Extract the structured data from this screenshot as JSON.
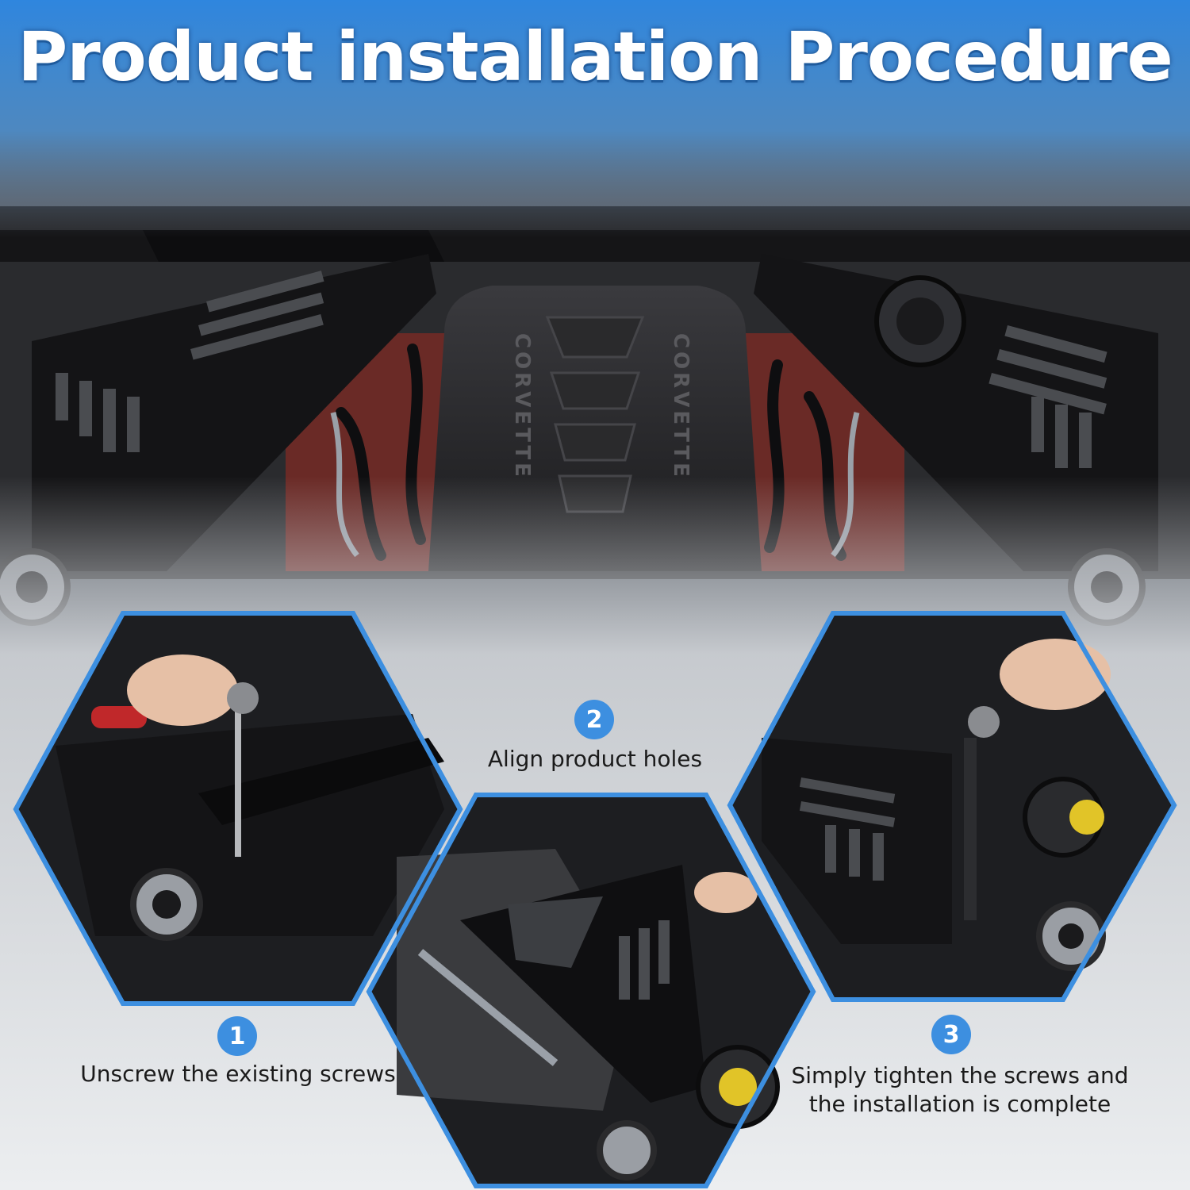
{
  "title": "Product installation Procedure",
  "colors": {
    "banner_blue": "#2f86de",
    "hex_border": "#3d8fe0",
    "badge_blue": "#3d8fe0",
    "panel_black": "#141416"
  },
  "steps": [
    {
      "number": "1",
      "caption_lines": [
        "Unscrew the existing screws"
      ]
    },
    {
      "number": "2",
      "caption_lines": [
        "Align product holes"
      ]
    },
    {
      "number": "3",
      "caption_lines": [
        "Simply tighten the screws and",
        "the installation is complete"
      ]
    }
  ],
  "hero": {
    "engine_cover_text": "CORVETTE"
  }
}
